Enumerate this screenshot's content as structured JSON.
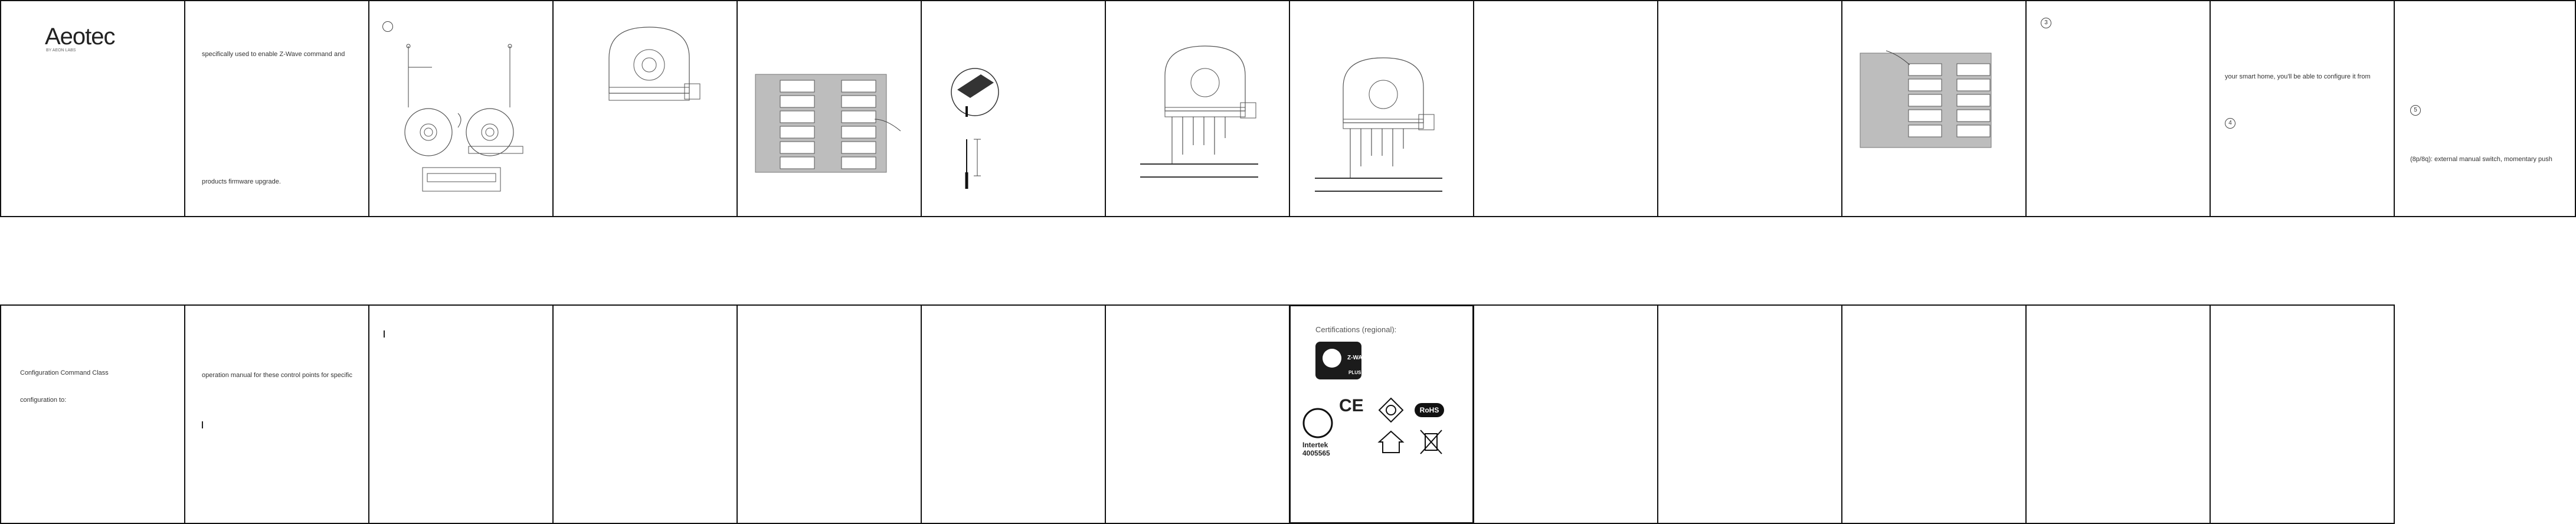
{
  "brand": {
    "logo": "Aeotec",
    "tagline": "BY AEON LABS"
  },
  "top_row": {
    "p2_line1": "specifically used to enable Z-Wave command and",
    "p2_line2": "products firmware upgrade.",
    "p12_step": "3",
    "p13_line": "your smart home, you'll be able to configure it from",
    "p13_step": "4",
    "p14_step": "5",
    "p14_line": "(8p/8q): external manual switch, momentary push"
  },
  "bottom_row": {
    "p1_line1": "Configuration Command Class",
    "p1_line2": "configuration to:",
    "p2_line": "operation manual for these control points for specific",
    "cert_title": "Certifications (regional):",
    "zwave_text": "Z-WAVE",
    "zwave_plus": "PLUS",
    "ce": "CE",
    "rohs": "RoHS",
    "intertek": "Intertek",
    "intertek_no": "4005565"
  },
  "colors": {
    "border": "#111111",
    "line": "#333333",
    "gray_panel": "#bdbdbd"
  }
}
